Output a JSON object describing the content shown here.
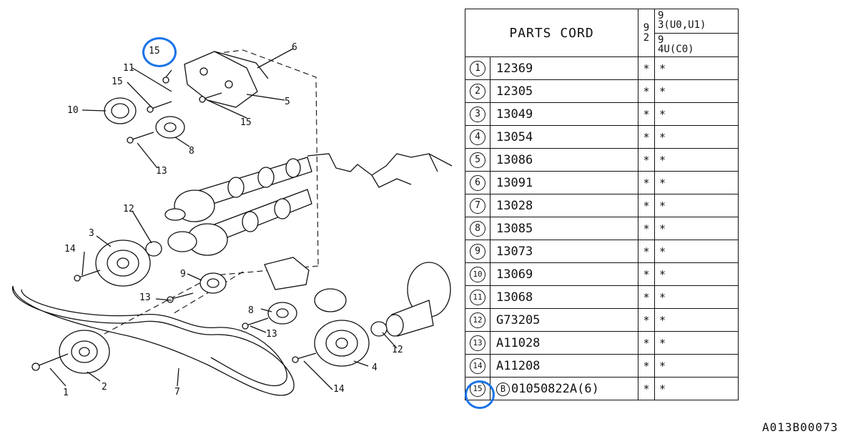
{
  "table": {
    "header_title": "PARTS CORD",
    "header_col_a": "9\n2",
    "header_col_b_top": "9\n3(U0,U1)",
    "header_col_b_bottom": "9\n4U(C0)",
    "rows": [
      {
        "index": "1",
        "code": "12369",
        "a": "*",
        "b": "*"
      },
      {
        "index": "2",
        "code": "12305",
        "a": "*",
        "b": "*"
      },
      {
        "index": "3",
        "code": "13049",
        "a": "*",
        "b": "*"
      },
      {
        "index": "4",
        "code": "13054",
        "a": "*",
        "b": "*"
      },
      {
        "index": "5",
        "code": "13086",
        "a": "*",
        "b": "*"
      },
      {
        "index": "6",
        "code": "13091",
        "a": "*",
        "b": "*"
      },
      {
        "index": "7",
        "code": "13028",
        "a": "*",
        "b": "*"
      },
      {
        "index": "8",
        "code": "13085",
        "a": "*",
        "b": "*"
      },
      {
        "index": "9",
        "code": "13073",
        "a": "*",
        "b": "*"
      },
      {
        "index": "10",
        "code": "13069",
        "a": "*",
        "b": "*"
      },
      {
        "index": "11",
        "code": "13068",
        "a": "*",
        "b": "*"
      },
      {
        "index": "12",
        "code": "G73205",
        "a": "*",
        "b": "*"
      },
      {
        "index": "13",
        "code": "A11028",
        "a": "*",
        "b": "*"
      },
      {
        "index": "14",
        "code": "A11208",
        "a": "*",
        "b": "*"
      },
      {
        "index": "15",
        "prefix": "B",
        "code": "01050822A(6)",
        "a": "*",
        "b": "*"
      }
    ]
  },
  "diagram": {
    "callouts": {
      "c1": "1",
      "c2": "2",
      "c3": "3",
      "c4": "4",
      "c5": "5",
      "c6": "6",
      "c7": "7",
      "c8a": "8",
      "c8b": "8",
      "c9": "9",
      "c10": "10",
      "c11": "11",
      "c12a": "12",
      "c12b": "12",
      "c13a": "13",
      "c13b": "13",
      "c13c": "13",
      "c14a": "14",
      "c14b": "14",
      "c15a": "15",
      "c15b": "15",
      "c15c": "15"
    }
  },
  "reference_code": "A013B00073",
  "highlight_color": "#1a73e8"
}
